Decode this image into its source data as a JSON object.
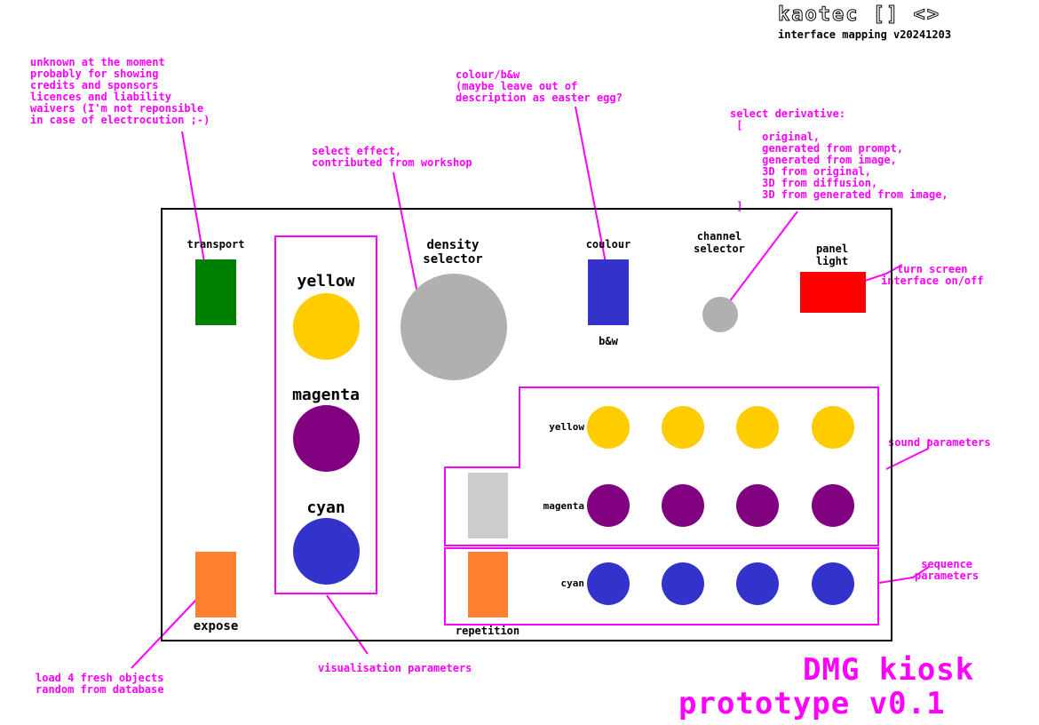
{
  "brand": {
    "logo": "kaotec [] <>",
    "subtitle": "interface mapping v20241203"
  },
  "title": {
    "line1": "DMG kiosk",
    "line2": "prototype v0.1"
  },
  "annotations": {
    "unknown": "unknown at the moment\nprobably for showing\ncredits and sponsors\nlicences and liability\nwaivers (I'm not reponsible\nin case of electrocution ;-)",
    "colour_bw": "colour/b&w\n(maybe leave out of\ndescription as easter egg?",
    "select_effect": "select effect,\ncontributed from workshop",
    "select_derivative": "select derivative:\n [\n     original,\n     generated from prompt,\n     generated from image,\n     3D from original,\n     3D from diffusion,\n     3D from generated from image,\n ]",
    "turn_screen": "turn screen\ninterface on/off",
    "sound_parameters": "sound parameters",
    "sequence_parameters": "sequence\nparameters",
    "visualisation_parameters": "visualisation parameters",
    "load_objects": "load 4 fresh objects\nrandom from database"
  },
  "controls": {
    "transport": "transport",
    "expose": "expose",
    "yellow": "yellow",
    "magenta": "magenta",
    "cyan": "cyan",
    "density_selector": "density\nselector",
    "colour": "coulour",
    "bw": "b&w",
    "channel_selector": "channel\nselector",
    "panel_light": "panel\nlight",
    "repetition": "repetition",
    "row_yellow": "yellow",
    "row_magenta": "magenta",
    "row_cyan": "cyan"
  },
  "colors": {
    "accent": "#ff00ff",
    "yellow": "#ffcc00",
    "magenta": "#800080",
    "cyan": "#3333cc",
    "green": "#008000",
    "orange": "#ff8030",
    "red": "#ff0000",
    "grey_knob": "#b0b0b0",
    "light_grey": "#cccccc"
  }
}
